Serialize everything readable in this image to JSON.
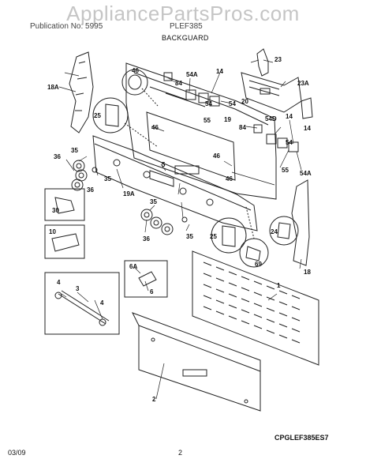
{
  "header": {
    "left_text": "Publication No: 5995",
    "right_text": "PLEF385",
    "section_title": "BACKGUARD",
    "watermark": "AppliancePartsPros.com"
  },
  "footer": {
    "model_code": "CPGLEF385ES7",
    "date": "03/09",
    "page_number": "2"
  },
  "callouts": {
    "c1": "1",
    "c2": "2",
    "c3": "3",
    "c4a": "4",
    "c4b": "4",
    "c5": "5",
    "c6": "6",
    "c6a": "6A",
    "c10": "10",
    "c14a": "14",
    "c14b": "14",
    "c18": "18",
    "c18a": "18A",
    "c19": "19",
    "c19a": "19A",
    "c20": "20",
    "c23": "23",
    "c23a": "23A",
    "c24": "24",
    "c25a": "25",
    "c25b": "25",
    "c30": "30",
    "c35a": "35",
    "c35b": "35",
    "c35c": "35",
    "c35d": "35",
    "c36a": "36",
    "c36b": "36",
    "c36c": "36",
    "c46a": "46",
    "c46b": "46",
    "c46c": "46",
    "c46d": "46",
    "c54a": "54",
    "c54b": "54",
    "c54c": "54A",
    "c54d": "54A",
    "c54e": "54D",
    "c55a": "55",
    "c55b": "55",
    "c69": "69",
    "c84a": "84",
    "c84b": "84"
  }
}
